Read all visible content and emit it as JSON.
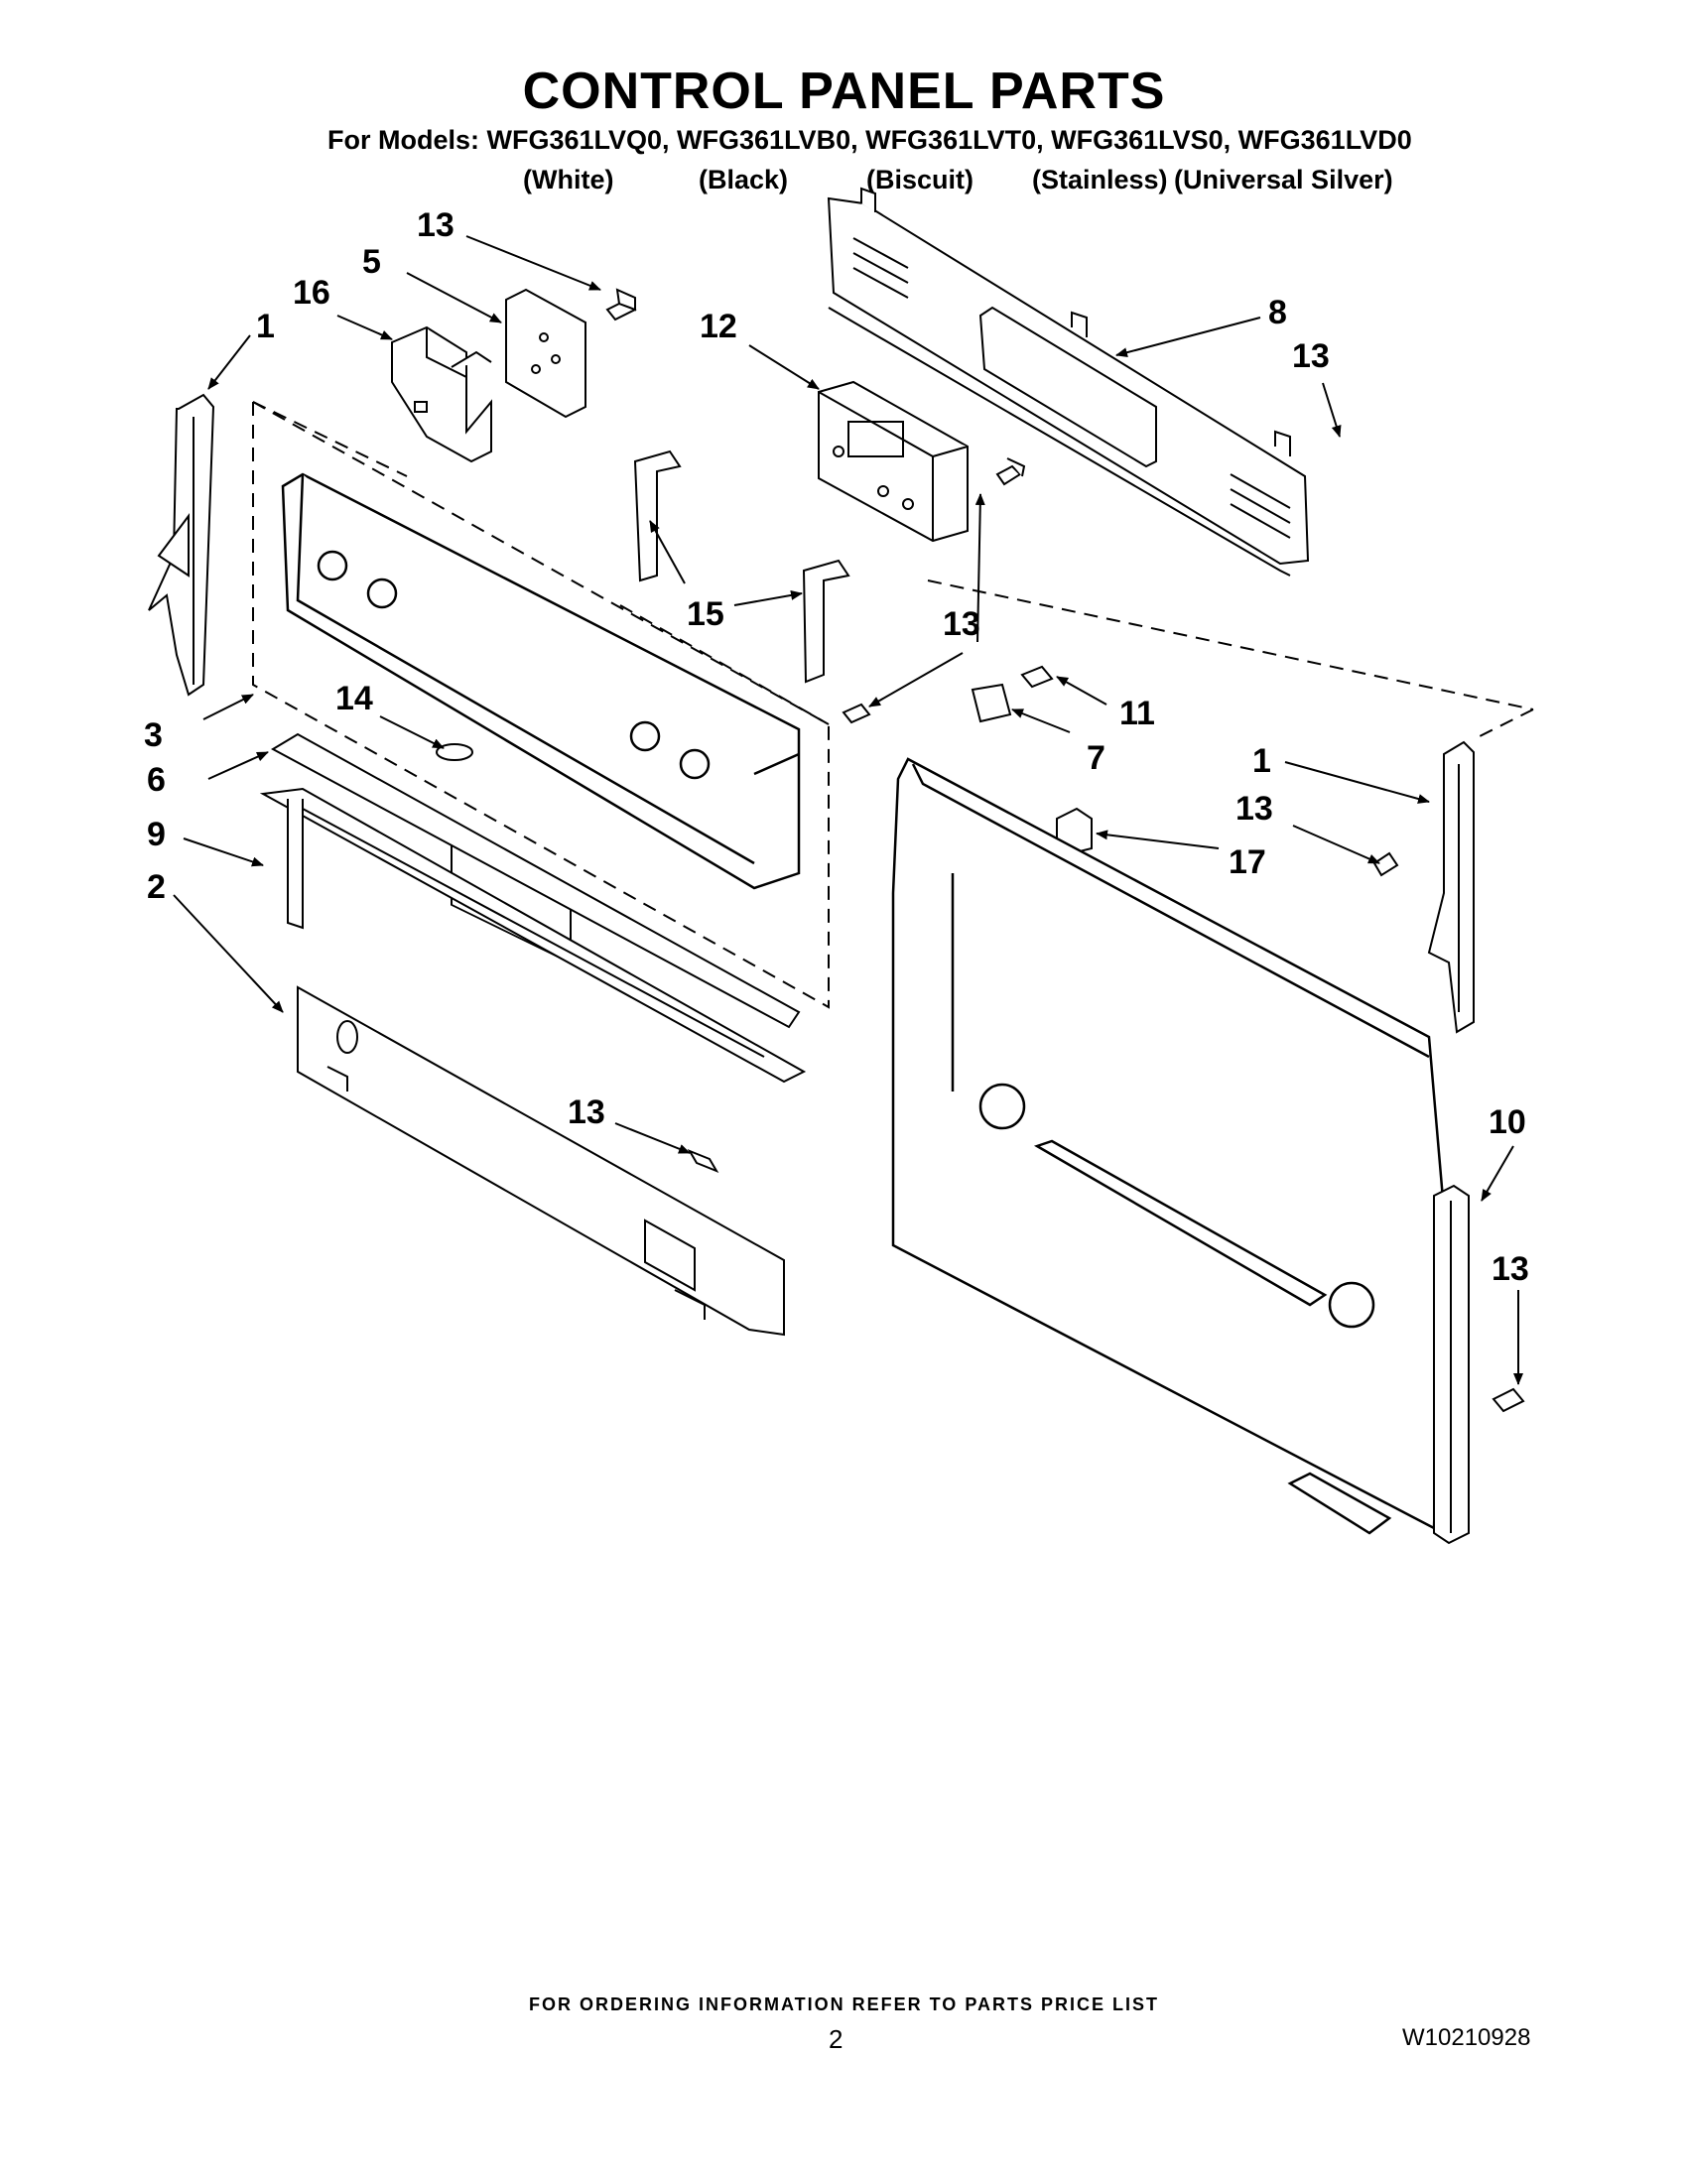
{
  "title": "CONTROL PANEL PARTS",
  "models_line": "For Models: WFG361LVQ0, WFG361LVB0, WFG361LVT0, WFG361LVS0, WFG361LVD0",
  "variants": [
    "(White)",
    "(Black)",
    "(Biscuit)",
    "(Stainless)",
    "(Universal Silver)"
  ],
  "callouts": [
    "13",
    "5",
    "16",
    "1",
    "12",
    "8",
    "13",
    "15",
    "13",
    "3",
    "14",
    "11",
    "7",
    "6",
    "1",
    "13",
    "9",
    "17",
    "2",
    "13",
    "10",
    "13"
  ],
  "footer": "FOR ORDERING INFORMATION REFER TO PARTS PRICE LIST",
  "page_number": "2",
  "document_number": "W10210928"
}
